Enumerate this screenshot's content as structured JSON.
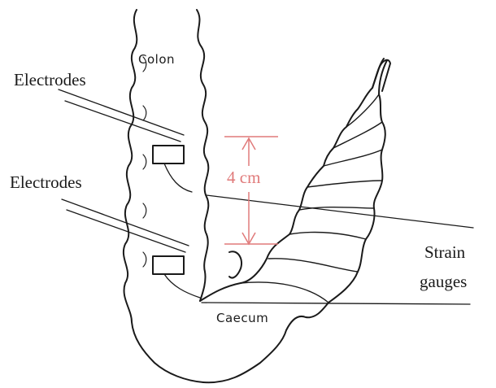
{
  "labels": {
    "colon": "Colon",
    "electrodes_upper": "Electrodes",
    "electrodes_lower": "Electrodes",
    "distance": "4 cm",
    "strain_line1": "Strain",
    "strain_line2": "gauges",
    "caecum": "Caecum"
  },
  "colors": {
    "ink": "#1a1a1a",
    "measurement": "#e07a7a",
    "background": "#ffffff"
  }
}
